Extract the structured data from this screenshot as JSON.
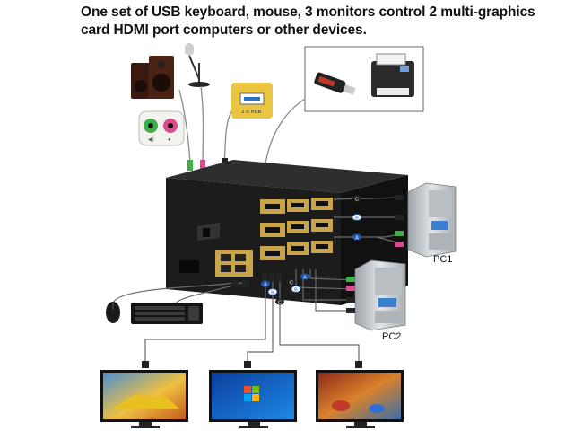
{
  "caption": {
    "line1": "One set of USB keyboard, mouse, 3 monitors control 2 multi-graphics",
    "line2": "card HDMI port computers or other devices."
  },
  "labels": {
    "pc1": "PC1",
    "pc2": "PC2",
    "usb_hub": "2.0 HUB"
  },
  "cable_markers": [
    "A",
    "B",
    "C"
  ],
  "colors": {
    "kvm_body": "#1c1c1c",
    "hdmi_port": "#c9a44a",
    "marker": "#1f56b3",
    "audio_green": "#3fae49",
    "audio_pink": "#d94b8c"
  },
  "icons": [
    "speaker-icon",
    "microphone-icon",
    "usb-flash-drive-icon",
    "printer-icon",
    "audio-jack-icon",
    "usb-port-icon",
    "mouse-icon",
    "keyboard-icon",
    "monitor-icon",
    "pc-tower-icon"
  ]
}
